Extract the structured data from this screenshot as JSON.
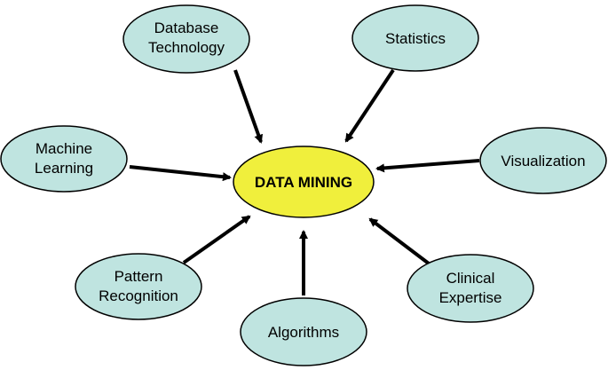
{
  "colors": {
    "center_fill": "#f0ef3c",
    "node_fill": "#bfe4e0",
    "outline": "#000000",
    "arrow": "#000000"
  },
  "center": {
    "label": "DATA MINING"
  },
  "nodes": {
    "database_technology": {
      "line1": "Database",
      "line2": "Technology"
    },
    "statistics": {
      "line1": "Statistics"
    },
    "machine_learning": {
      "line1": "Machine",
      "line2": "Learning"
    },
    "visualization": {
      "line1": "Visualization"
    },
    "pattern_recognition": {
      "line1": "Pattern",
      "line2": "Recognition"
    },
    "algorithms": {
      "line1": "Algorithms"
    },
    "clinical_expertise": {
      "line1": "Clinical",
      "line2": "Expertise"
    }
  }
}
